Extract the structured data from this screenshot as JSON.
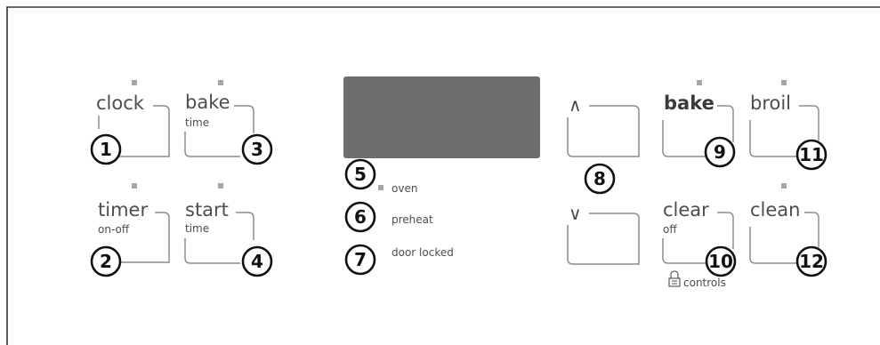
{
  "panel": {
    "buttons": [
      {
        "id": "clock",
        "label": "clock",
        "sublabel": "",
        "callout": "1"
      },
      {
        "id": "bake-time",
        "label": "bake",
        "sublabel": "time",
        "callout": "3"
      },
      {
        "id": "timer",
        "label": "timer",
        "sublabel": "on-off",
        "callout": "2"
      },
      {
        "id": "start-time",
        "label": "start",
        "sublabel": "time",
        "callout": "4"
      },
      {
        "id": "up",
        "label": "∧",
        "sublabel": "",
        "callout": ""
      },
      {
        "id": "down",
        "label": "∨",
        "sublabel": "",
        "callout": ""
      },
      {
        "id": "bake",
        "label": "bake",
        "sublabel": "",
        "callout": "9"
      },
      {
        "id": "broil",
        "label": "broil",
        "sublabel": "",
        "callout": "11"
      },
      {
        "id": "clear-off",
        "label": "clear",
        "sublabel": "off",
        "callout": "10"
      },
      {
        "id": "clean",
        "label": "clean",
        "sublabel": "",
        "callout": "12"
      }
    ],
    "arrows_callout": "8",
    "controls_label": "controls",
    "indicators": [
      {
        "callout": "5",
        "label": "oven"
      },
      {
        "callout": "6",
        "label": "preheat"
      },
      {
        "callout": "7",
        "label": "door locked"
      }
    ],
    "colors": {
      "display": "#6e6e70",
      "frame": "#333333",
      "button_outline": "#8c8c8c",
      "led": "#a6a6a6",
      "label": "#4d4d4d",
      "callout": "#111111"
    }
  }
}
